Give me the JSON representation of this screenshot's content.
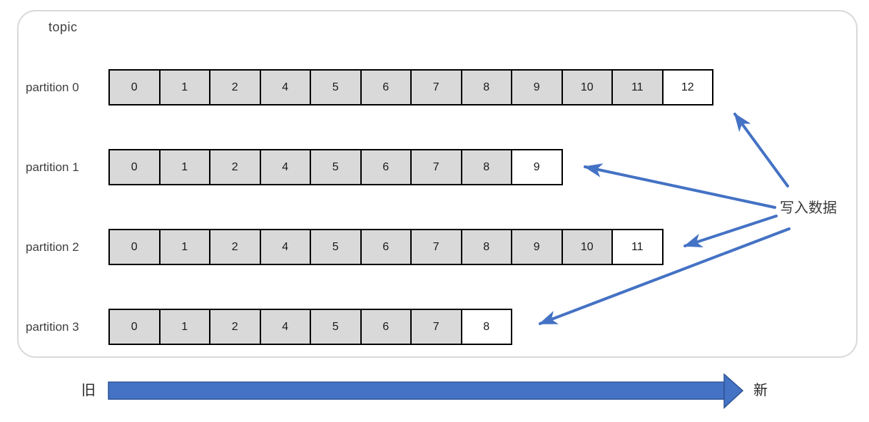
{
  "diagram": {
    "topic_label": "topic",
    "write_label": "写入数据",
    "old_label": "旧",
    "new_label": "新",
    "partitions": [
      {
        "label": "partition 0",
        "cells": [
          "0",
          "1",
          "2",
          "4",
          "5",
          "6",
          "7",
          "8",
          "9",
          "10",
          "11",
          "12"
        ]
      },
      {
        "label": "partition 1",
        "cells": [
          "0",
          "1",
          "2",
          "4",
          "5",
          "6",
          "7",
          "8",
          "9"
        ]
      },
      {
        "label": "partition 2",
        "cells": [
          "0",
          "1",
          "2",
          "4",
          "5",
          "6",
          "7",
          "8",
          "9",
          "10",
          "11"
        ]
      },
      {
        "label": "partition 3",
        "cells": [
          "0",
          "1",
          "2",
          "4",
          "5",
          "6",
          "7",
          "8"
        ]
      }
    ],
    "colors": {
      "arrow_blue": "#4472C4",
      "arrow_blue_dark": "#2F5597",
      "cell_gray": "#D9D9D9",
      "cell_border": "#000000",
      "box_border": "#D9D9D9"
    }
  }
}
